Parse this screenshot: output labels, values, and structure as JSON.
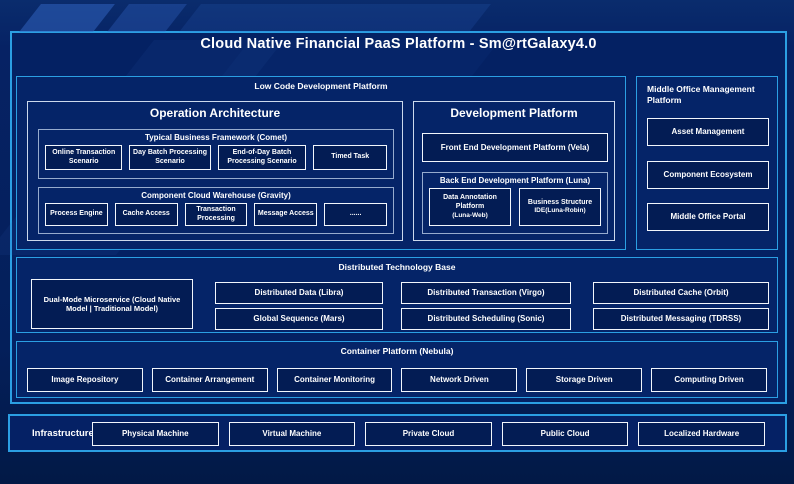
{
  "title": "Cloud Native Financial PaaS Platform - Sm@rtGalaxy4.0",
  "low_code": {
    "label": "Low Code Development Platform",
    "operation_architecture": {
      "title": "Operation Architecture",
      "typical_business": {
        "title": "Typical Business Framework (Comet)",
        "items": [
          "Online Transaction Scenario",
          "Day Batch Processing Scenario",
          "End-of-Day Batch Processing Scenario",
          "Timed Task"
        ]
      },
      "component_cloud": {
        "title": "Component Cloud Warehouse (Gravity)",
        "items": [
          "Process Engine",
          "Cache Access",
          "Transaction Processing",
          "Message Access",
          "......"
        ]
      }
    },
    "development_platform": {
      "title": "Development Platform",
      "front_end": "Front End Development Platform (Vela)",
      "back_end": {
        "title": "Back End Development Platform (Luna)",
        "items": [
          {
            "line1": "Data Annotation Platform",
            "line2": "(Luna-Web)"
          },
          {
            "line1": "Business Structure",
            "line2": "IDE(Luna-Robin)"
          }
        ]
      }
    }
  },
  "middle_office": {
    "label": "Middle Office Management Platform",
    "items": [
      "Asset Management",
      "Component Ecosystem",
      "Middle Office Portal"
    ]
  },
  "distributed": {
    "label": "Distributed Technology Base",
    "dual_mode": "Dual-Mode Microservice (Cloud Native Model | Traditional Model)",
    "columns": [
      [
        "Distributed Data (Libra)",
        "Global Sequence (Mars)"
      ],
      [
        "Distributed Transaction (Virgo)",
        "Distributed Scheduling (Sonic)"
      ],
      [
        "Distributed Cache (Orbit)",
        "Distributed Messaging (TDRSS)"
      ]
    ]
  },
  "container": {
    "label": "Container Platform (Nebula)",
    "items": [
      "Image Repository",
      "Container Arrangement",
      "Container Monitoring",
      "Network Driven",
      "Storage Driven",
      "Computing Driven"
    ]
  },
  "infrastructure": {
    "label": "Infrastructure",
    "items": [
      "Physical Machine",
      "Virtual Machine",
      "Private Cloud",
      "Public Cloud",
      "Localized Hardware"
    ]
  },
  "colors": {
    "accent_border": "#2b9fe3",
    "background": "#041f5a",
    "box_border": "#f2f6fc"
  }
}
